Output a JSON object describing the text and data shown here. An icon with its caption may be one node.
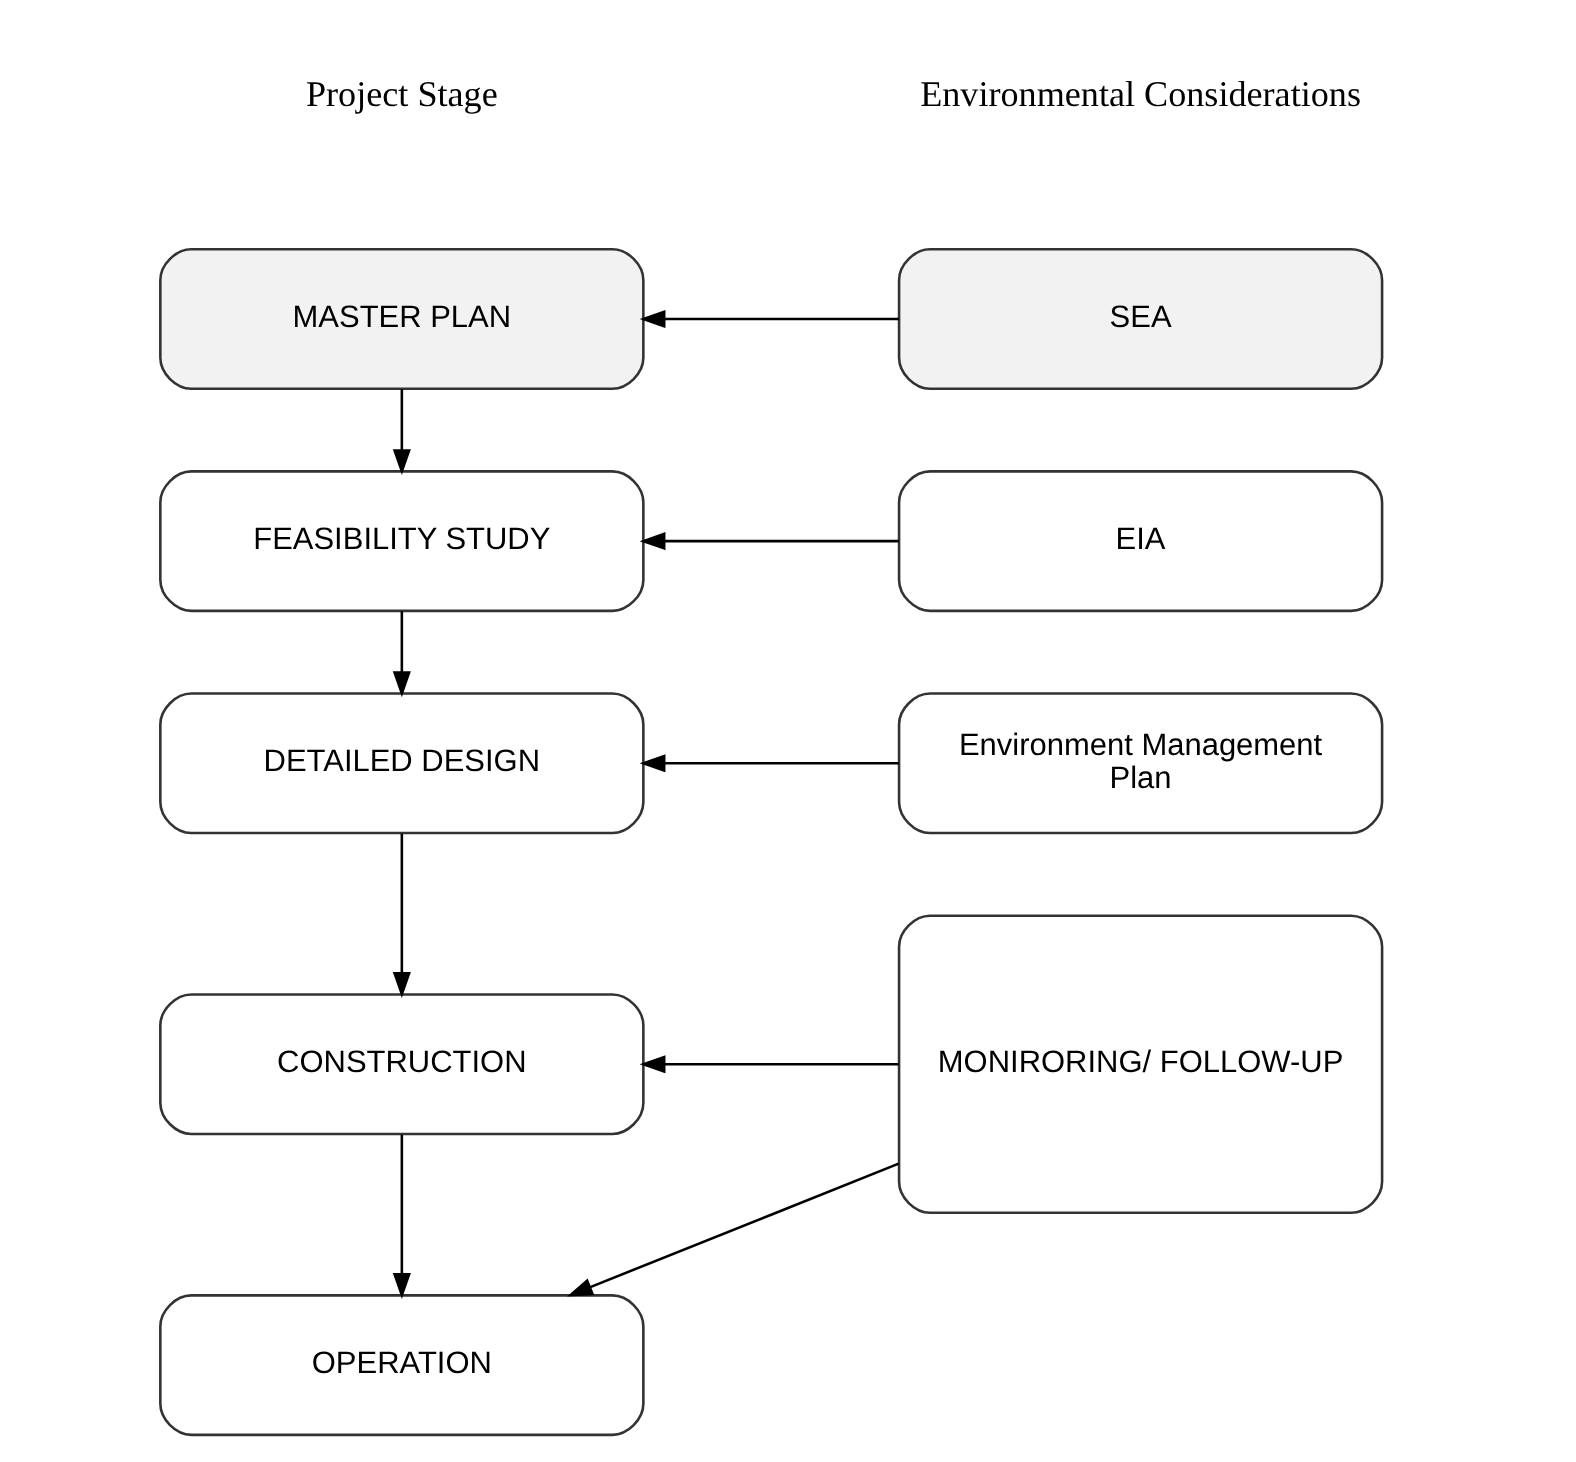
{
  "diagram": {
    "nodes": [
      {
        "text": [
          "MASTER PLAN"
        ]
      },
      {
        "text": [
          "FEASIBILITY STUDY"
        ]
      },
      {
        "text": [
          "DETAILED DESIGN"
        ]
      },
      {
        "text": [
          "CONSTRUCTION"
        ]
      },
      {
        "text": [
          "OPERATION"
        ]
      },
      {
        "text": [
          "SEA"
        ]
      },
      {
        "text": [
          "EIA"
        ]
      },
      {
        "text": [
          "Environment Management Plan"
        ]
      },
      {
        "text": [
          "MONIRORING/ FOLLOW-UP"
        ]
      }
    ],
    "edges": [
      {
        "from": 0,
        "to": 1,
        "arrow": "to"
      },
      {
        "from": 1,
        "to": 2,
        "arrow": "to"
      },
      {
        "from": 2,
        "to": 3,
        "arrow": "to"
      },
      {
        "from": 3,
        "to": 4,
        "arrow": "to"
      },
      {
        "from": 5,
        "to": 0,
        "arrow": "to"
      },
      {
        "from": 6,
        "to": 1,
        "arrow": "to"
      },
      {
        "from": 7,
        "to": 2,
        "arrow": "to"
      },
      {
        "from": 8,
        "to": 3,
        "arrow": "to"
      },
      {
        "from": 8,
        "to": 4,
        "arrow": "to"
      }
    ],
    "labels": [
      "Project Stage",
      "Environmental Considerations"
    ]
  }
}
